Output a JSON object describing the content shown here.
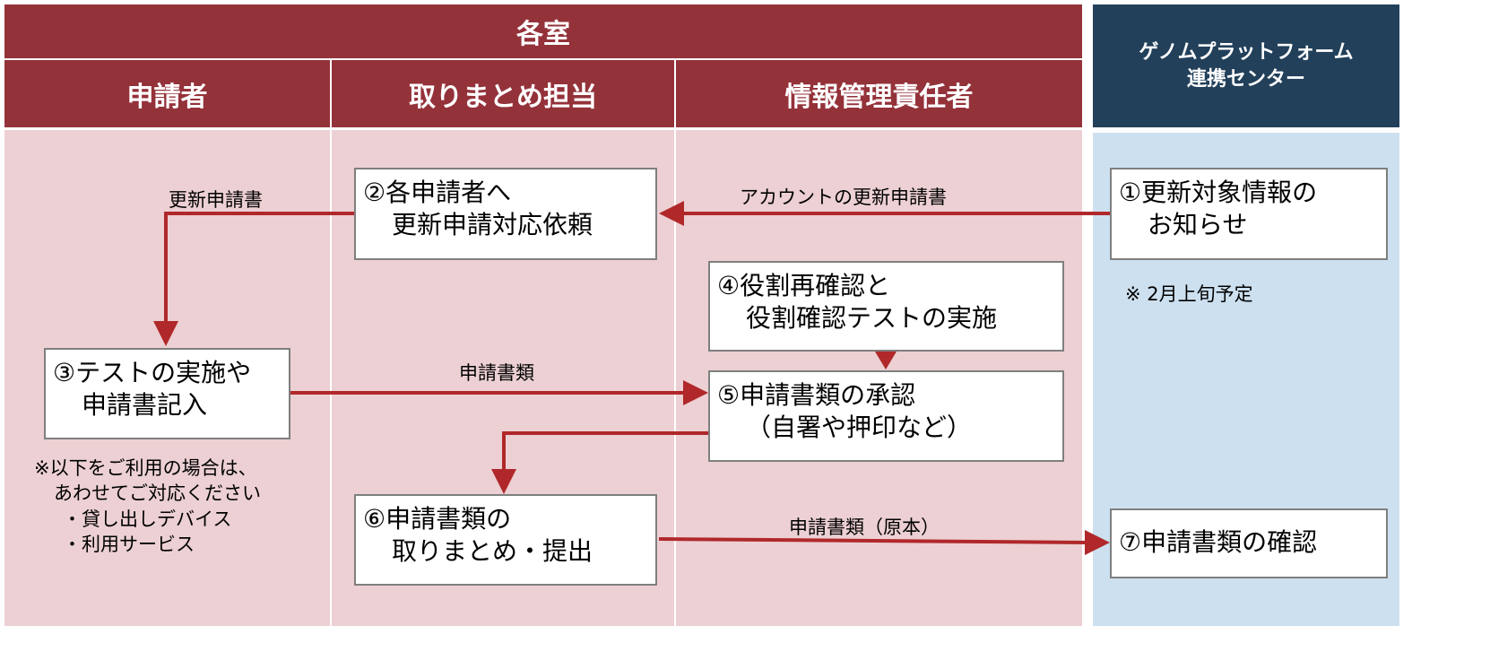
{
  "header": {
    "group": "各室",
    "columns": [
      "申請者",
      "取りまとめ担当",
      "情報管理責任者"
    ],
    "center": [
      "ゲノムプラットフォーム",
      "連携センター"
    ]
  },
  "steps": {
    "s1": [
      "①更新対象情報の",
      "お知らせ"
    ],
    "s2": [
      "②各申請者へ",
      "更新申請対応依頼"
    ],
    "s3": [
      "③テストの実施や",
      "申請書記入"
    ],
    "s4": [
      "④役割再確認と",
      "役割確認テストの実施"
    ],
    "s5": [
      "⑤申請書類の承認",
      "（自署や押印など）"
    ],
    "s6": [
      "⑥申請書類の",
      "取りまとめ・提出"
    ],
    "s7": [
      "⑦申請書類の確認"
    ]
  },
  "labels": {
    "a1": "アカウントの更新申請書",
    "a2": "更新申請書",
    "a3": "申請書類",
    "a6": "申請書類（原本）"
  },
  "notes": {
    "schedule": "※ 2月上旬予定",
    "applicant": [
      "※以下をご利用の場合は、",
      "あわせてご対応ください",
      "・貸し出しデバイス",
      "・利用サービス"
    ]
  },
  "colors": {
    "maroon": "#94323a",
    "navy": "#22405a",
    "pink": "#ecd0d3",
    "blue": "#cde0ef",
    "arrow": "#b0282a"
  }
}
